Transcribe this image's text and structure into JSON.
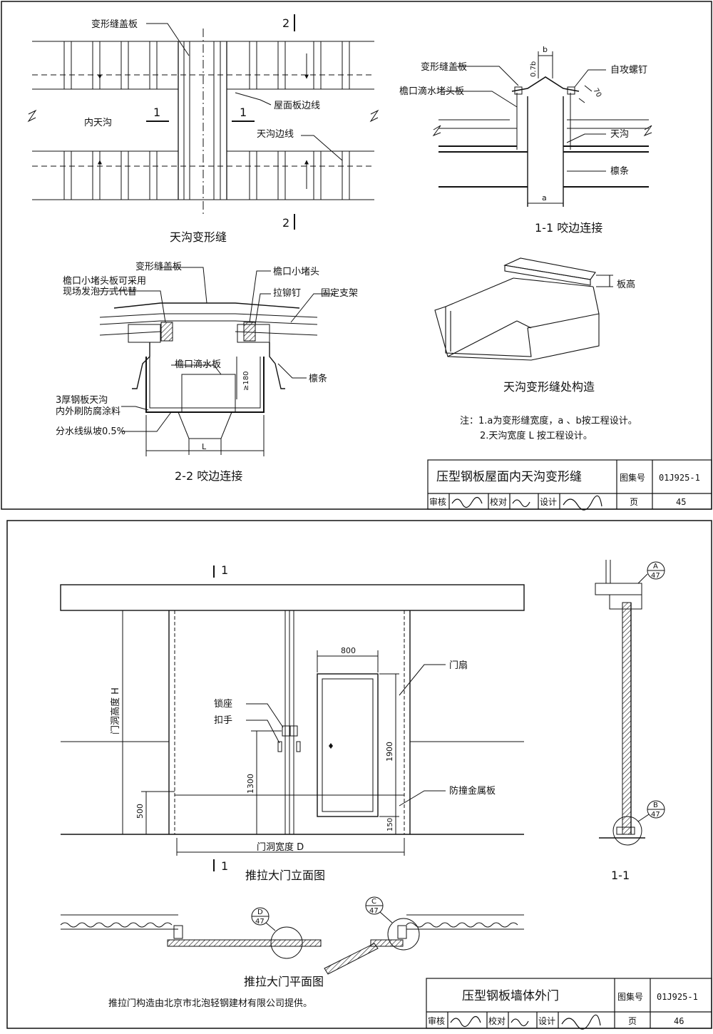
{
  "sheet1": {
    "plan": {
      "labels": {
        "cover_plate": "变形缝盖板",
        "inner_gutter": "内天沟",
        "roof_edge": "屋面板边线",
        "gutter_edge": "天沟边线",
        "section_1": "1",
        "section_2": "2"
      },
      "caption": "天沟变形缝"
    },
    "section11": {
      "labels": {
        "cover_plate": "变形缝盖板",
        "eave_plug": "檐口滴水堵头板",
        "screw": "自攻螺钉",
        "gutter": "天沟",
        "purlin": "檩条",
        "dim_b": "b",
        "dim_07b": "0.7b",
        "dim_70": "70",
        "dim_a": "a"
      },
      "caption": "1-1  咬边连接"
    },
    "section22": {
      "labels": {
        "cover_plate": "变形缝盖板",
        "plug_note_1": "檐口小堵头板可采用",
        "plug_note_2": "现场发泡方式代替",
        "small_plug": "檐口小堵头",
        "rivet": "拉铆钉",
        "bracket": "固定支架",
        "drip": "檐口滴水板",
        "dim_180": "≥180",
        "purlin": "檩条",
        "gutter_1": "3厚钢板天沟",
        "gutter_2": "内外刷防腐涂料",
        "slope": "分水线纵坡0.5%",
        "dim_L": "L"
      },
      "caption": "2-2  咬边连接"
    },
    "iso": {
      "labels": {
        "board_height": "板高"
      },
      "caption": "天沟变形缝处构造"
    },
    "notes": [
      "注：1.a为变形缝宽度，a 、b按工程设计。",
      "2.天沟宽度 L 按工程设计。"
    ],
    "title_block": {
      "title": "压型钢板屋面内天沟变形缝",
      "atlas_label": "图集号",
      "atlas_no": "01J925-1",
      "review": "审核",
      "check": "校对",
      "design": "设计",
      "page_label": "页",
      "page_no": "45"
    }
  },
  "sheet2": {
    "elevation": {
      "labels": {
        "section_1": "1",
        "dim_800": "800",
        "door_leaf": "门扇",
        "lock_seat": "锁座",
        "handle": "扣手",
        "opening_h": "门洞高度 H",
        "dim_1900": "1900",
        "dim_1300": "1300",
        "dim_500": "500",
        "dim_150": "150",
        "guard_plate": "防撞金属板",
        "opening_w": "门洞宽度 D"
      },
      "caption": "推拉大门立面图"
    },
    "section11": {
      "callouts": [
        {
          "top": "A",
          "bottom": "47"
        },
        {
          "top": "B",
          "bottom": "47"
        }
      ],
      "caption": "1-1"
    },
    "plan": {
      "callouts": [
        {
          "top": "D",
          "bottom": "47"
        },
        {
          "top": "C",
          "bottom": "47"
        }
      ],
      "caption": "推拉大门平面图"
    },
    "credit": "推拉门构造由北京市北泡轻钢建材有限公司提供。",
    "title_block": {
      "title": "压型钢板墙体外门",
      "atlas_label": "图集号",
      "atlas_no": "01J925-1",
      "review": "审核",
      "check": "校对",
      "design": "设计",
      "page_label": "页",
      "page_no": "46"
    }
  }
}
